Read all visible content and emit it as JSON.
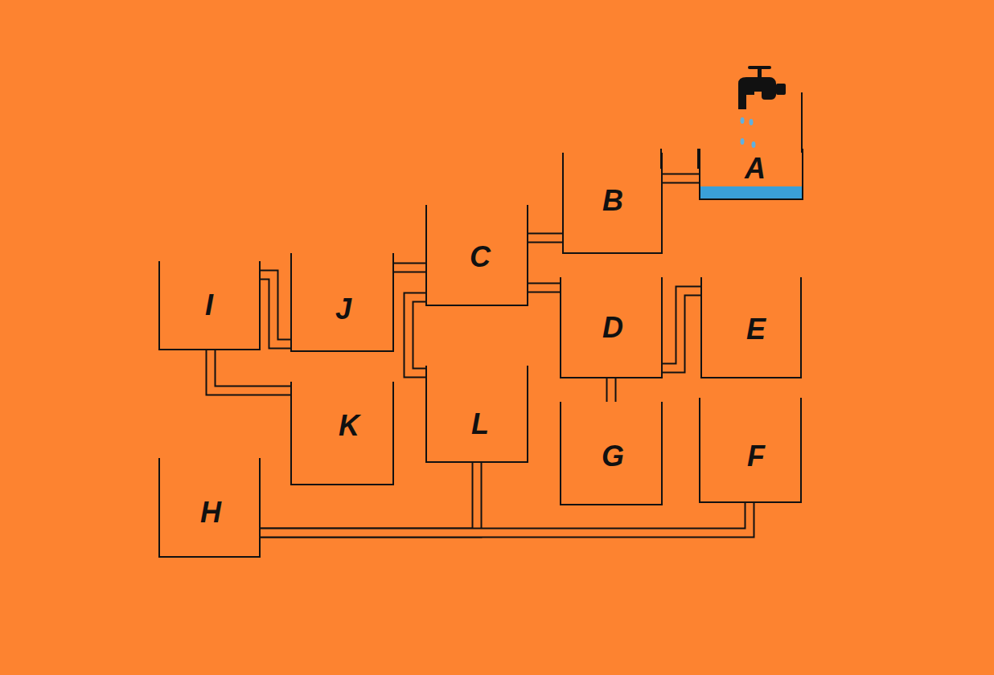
{
  "diagram": {
    "nodes": [
      {
        "text": [
          "A"
        ]
      },
      {
        "text": [
          "B"
        ]
      },
      {
        "text": [
          "C"
        ]
      },
      {
        "text": [
          "D"
        ]
      },
      {
        "text": [
          "E"
        ]
      },
      {
        "text": [
          "F"
        ]
      },
      {
        "text": [
          "G"
        ]
      },
      {
        "text": [
          "H"
        ]
      },
      {
        "text": [
          "I"
        ]
      },
      {
        "text": [
          "J"
        ]
      },
      {
        "text": [
          "K"
        ]
      },
      {
        "text": [
          "L"
        ]
      }
    ],
    "edges": [
      {
        "from": 0,
        "to": 1,
        "arrow": "none"
      },
      {
        "from": 1,
        "to": 2,
        "arrow": "none"
      },
      {
        "from": 2,
        "to": 3,
        "arrow": "none"
      },
      {
        "from": 2,
        "to": 9,
        "arrow": "none"
      },
      {
        "from": 2,
        "to": 11,
        "arrow": "none"
      },
      {
        "from": 9,
        "to": 8,
        "arrow": "none"
      },
      {
        "from": 8,
        "to": 10,
        "arrow": "none"
      },
      {
        "from": 3,
        "to": 6,
        "arrow": "none"
      },
      {
        "from": 3,
        "to": 4,
        "arrow": "none"
      },
      {
        "from": 11,
        "to": 7,
        "arrow": "none"
      },
      {
        "from": 5,
        "to": 7,
        "arrow": "none"
      }
    ]
  }
}
